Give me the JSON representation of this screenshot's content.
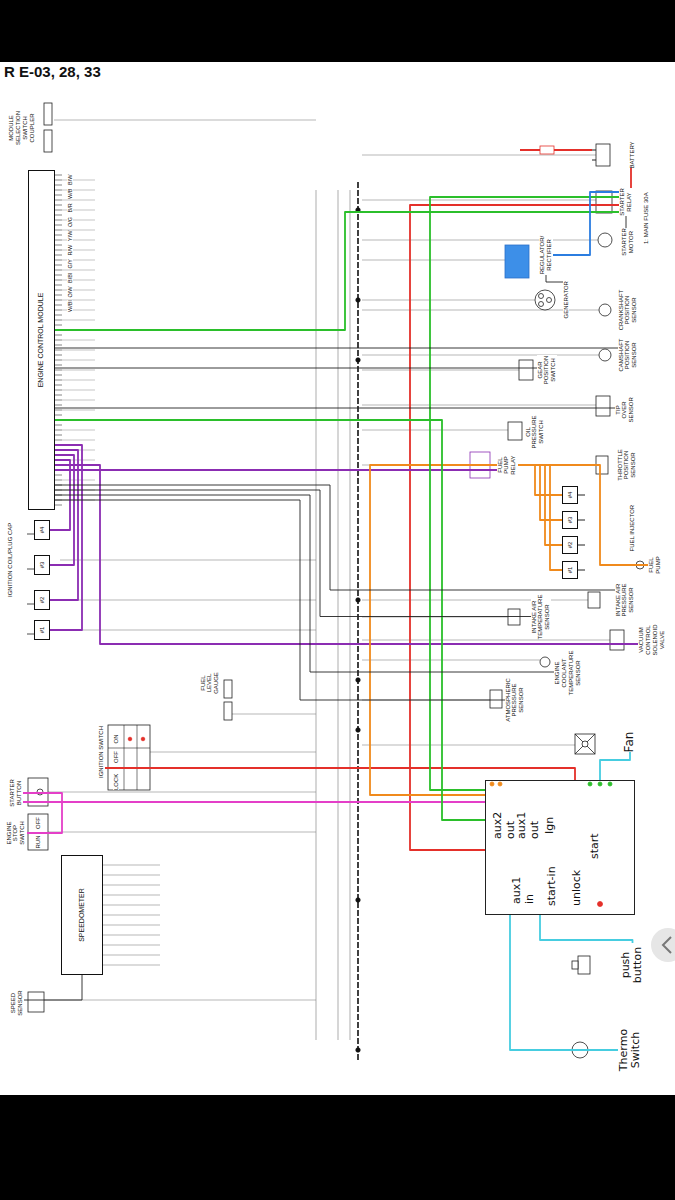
{
  "diagram": {
    "title": "R E-03, 28, 33",
    "nodes": [
      {
        "text": [
          "MODULE SELECTION SWITCH COUPLER"
        ]
      },
      {
        "text": [
          "ENGINE CONTROL MODULE"
        ]
      },
      {
        "text": [
          "#4"
        ]
      },
      {
        "text": [
          "#3"
        ]
      },
      {
        "text": [
          "#2"
        ]
      },
      {
        "text": [
          "#1"
        ]
      },
      {
        "text": [
          "FUEL LEVEL GAUGE"
        ]
      },
      {
        "text": [
          "IGNITION SWITCH"
        ]
      },
      {
        "text": [
          "STARTER BUTTON"
        ]
      },
      {
        "text": [
          "ENGINE STOP SWITCH"
        ]
      },
      {
        "text": [
          "SPEEDOMETER"
        ]
      },
      {
        "text": [
          "SPEED SENSOR"
        ]
      },
      {
        "text": [
          "BATTERY"
        ]
      },
      {
        "text": [
          "STARTER RELAY"
        ]
      },
      {
        "text": [
          "STARTER MOTOR"
        ]
      },
      {
        "text": [
          "REGULATOR/ RECTIFIER"
        ]
      },
      {
        "text": [
          "GENERATOR"
        ]
      },
      {
        "text": [
          "CRANKSHAFT POSITION SENSOR"
        ]
      },
      {
        "text": [
          "CAMSHAFT POSITION SENSOR"
        ]
      },
      {
        "text": [
          "GEAR POSITION SWITCH"
        ]
      },
      {
        "text": [
          "TIP OVER SENSOR"
        ]
      },
      {
        "text": [
          "OIL PRESSURE SWITCH"
        ]
      },
      {
        "text": [
          "FUEL PUMP RELAY"
        ]
      },
      {
        "text": [
          "THROTTLE POSITION SENSOR"
        ]
      },
      {
        "text": [
          "#4"
        ]
      },
      {
        "text": [
          "#3"
        ]
      },
      {
        "text": [
          "#2"
        ]
      },
      {
        "text": [
          "#1"
        ]
      },
      {
        "text": [
          "FUEL PUMP"
        ]
      },
      {
        "text": [
          "INTAKE AIR PRESSURE SENSOR"
        ]
      },
      {
        "text": [
          "INTAKE AIR TEMPERATURE SENSOR"
        ]
      },
      {
        "text": [
          "VACUUM CONTROL SOLENOID VALVE"
        ]
      },
      {
        "text": [
          "ENGINE COOLANT TEMPERATURE SENSOR"
        ]
      },
      {
        "text": [
          "ATMOSPHERIC PRESSURE SENSOR"
        ]
      },
      {
        "text": [
          "Fan"
        ]
      },
      {
        "text": [
          "aux2 out",
          "aux1 out",
          "Ign",
          "start",
          "aux1 in",
          "start-in",
          "unlock"
        ]
      },
      {
        "text": [
          "push button"
        ]
      },
      {
        "text": [
          "Thermo Switch"
        ]
      }
    ],
    "edges": [
      {
        "from": 12,
        "to": 13,
        "arrow": "none"
      },
      {
        "from": 13,
        "to": 14,
        "arrow": "none"
      },
      {
        "from": 13,
        "to": 35,
        "arrow": "none"
      },
      {
        "from": 7,
        "to": 35,
        "arrow": "none"
      },
      {
        "from": 8,
        "to": 35,
        "arrow": "none"
      },
      {
        "from": 9,
        "to": 8,
        "arrow": "none"
      },
      {
        "from": 36,
        "to": 35,
        "arrow": "none"
      },
      {
        "from": 35,
        "to": 37,
        "arrow": "none"
      },
      {
        "from": 35,
        "to": 34,
        "arrow": "none"
      },
      {
        "from": 1,
        "to": 2,
        "arrow": "none"
      },
      {
        "from": 1,
        "to": 3,
        "arrow": "none"
      },
      {
        "from": 1,
        "to": 4,
        "arrow": "none"
      },
      {
        "from": 1,
        "to": 5,
        "arrow": "none"
      },
      {
        "from": 1,
        "to": 31,
        "arrow": "none"
      },
      {
        "from": 1,
        "to": 22,
        "arrow": "none"
      },
      {
        "from": 22,
        "to": 24,
        "arrow": "none"
      },
      {
        "from": 22,
        "to": 25,
        "arrow": "none"
      },
      {
        "from": 22,
        "to": 26,
        "arrow": "none"
      },
      {
        "from": 22,
        "to": 27,
        "arrow": "none"
      },
      {
        "from": 22,
        "to": 28,
        "arrow": "none"
      },
      {
        "from": 35,
        "to": 22,
        "arrow": "none"
      },
      {
        "from": 35,
        "to": 13,
        "arrow": "none"
      },
      {
        "from": 1,
        "to": 35,
        "arrow": "none"
      },
      {
        "from": 13,
        "to": 1,
        "arrow": "none"
      },
      {
        "from": 13,
        "to": 15,
        "arrow": "none"
      },
      {
        "from": 16,
        "to": 15,
        "arrow": "none"
      },
      {
        "from": 1,
        "to": 19,
        "arrow": "none"
      },
      {
        "from": 1,
        "to": 18,
        "arrow": "none"
      },
      {
        "from": 1,
        "to": 20,
        "arrow": "none"
      },
      {
        "from": 1,
        "to": 29,
        "arrow": "none"
      },
      {
        "from": 1,
        "to": 30,
        "arrow": "none"
      },
      {
        "from": 1,
        "to": 32,
        "arrow": "none"
      },
      {
        "from": 1,
        "to": 33,
        "arrow": "none"
      },
      {
        "from": 11,
        "to": 10,
        "arrow": "none"
      }
    ],
    "labels": [
      "IGNITION COIL/PLUG CAP",
      "ON",
      "OFF",
      "LOCK",
      "OFF",
      "RUN",
      "FUEL INJECTOR",
      "1: MAIN FUSE 30A",
      "B/W",
      "W/B",
      "B/R",
      "O/G",
      "Y/W",
      "R/W",
      "G/Y",
      "B/Bl",
      "O/W",
      "W/Bl"
    ]
  }
}
